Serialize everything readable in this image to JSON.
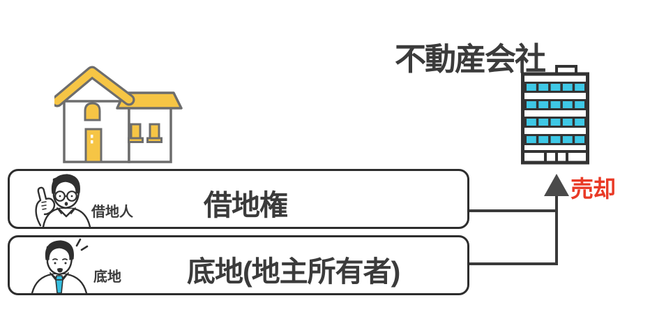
{
  "title": "不動産会社",
  "sale_label": "売却",
  "boxes": [
    {
      "person_label": "借地人",
      "text": "借地権"
    },
    {
      "person_label": "底地",
      "text": "底地(地主所有者)"
    }
  ],
  "icons": {
    "house": "house-icon",
    "building": "office-building-icon",
    "leaseholder": "leaseholder-person-icon",
    "landowner": "landowner-person-icon",
    "arrow": "up-arrow-icon"
  },
  "colors": {
    "text_dark": "#3b3b3b",
    "connector_line": "#3a3a3a",
    "box_border": "#2d2d2d",
    "arrow_gray": "#4a4a4a",
    "accent_red": "#e93a26",
    "house_yellow": "#f6c545",
    "house_outline": "#6d6d6d",
    "window_cyan": "#3ec8e6",
    "tie_cyan": "#35bfe0"
  }
}
